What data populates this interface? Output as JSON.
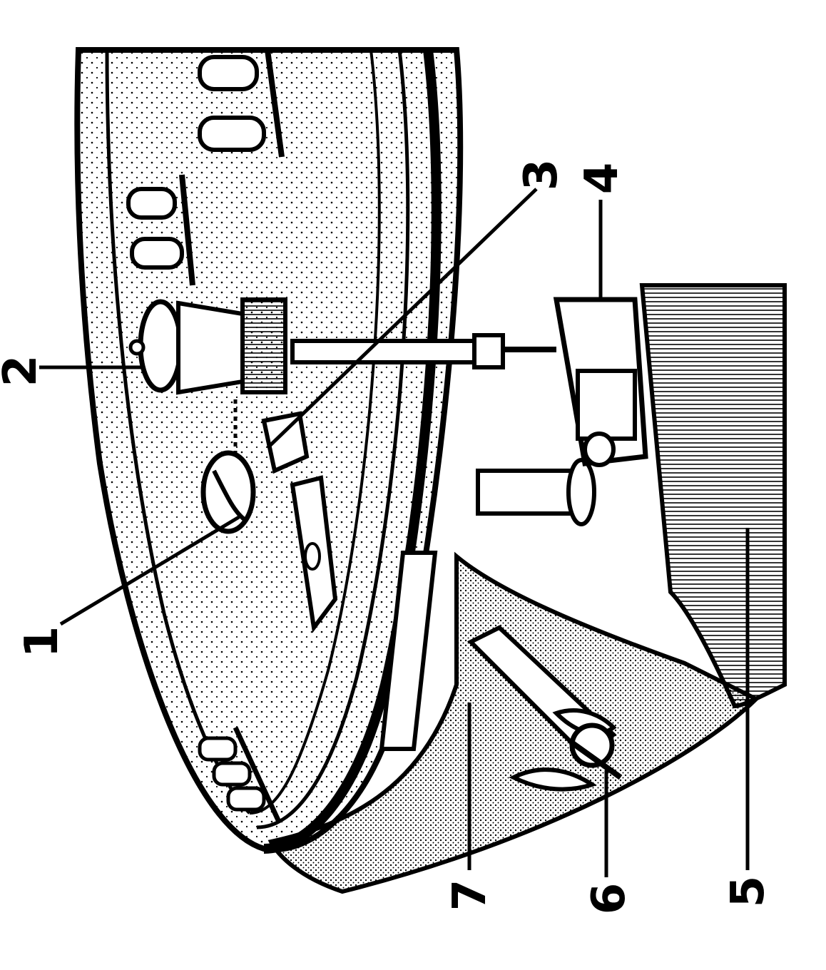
{
  "diagram": {
    "callouts": [
      {
        "id": "1",
        "text": "1"
      },
      {
        "id": "2",
        "text": "2"
      },
      {
        "id": "3",
        "text": "3"
      },
      {
        "id": "4",
        "text": "4"
      },
      {
        "id": "5",
        "text": "5"
      },
      {
        "id": "6",
        "text": "6"
      },
      {
        "id": "7",
        "text": "7"
      }
    ]
  },
  "colors": {
    "ink": "#000000",
    "paper": "#ffffff"
  }
}
